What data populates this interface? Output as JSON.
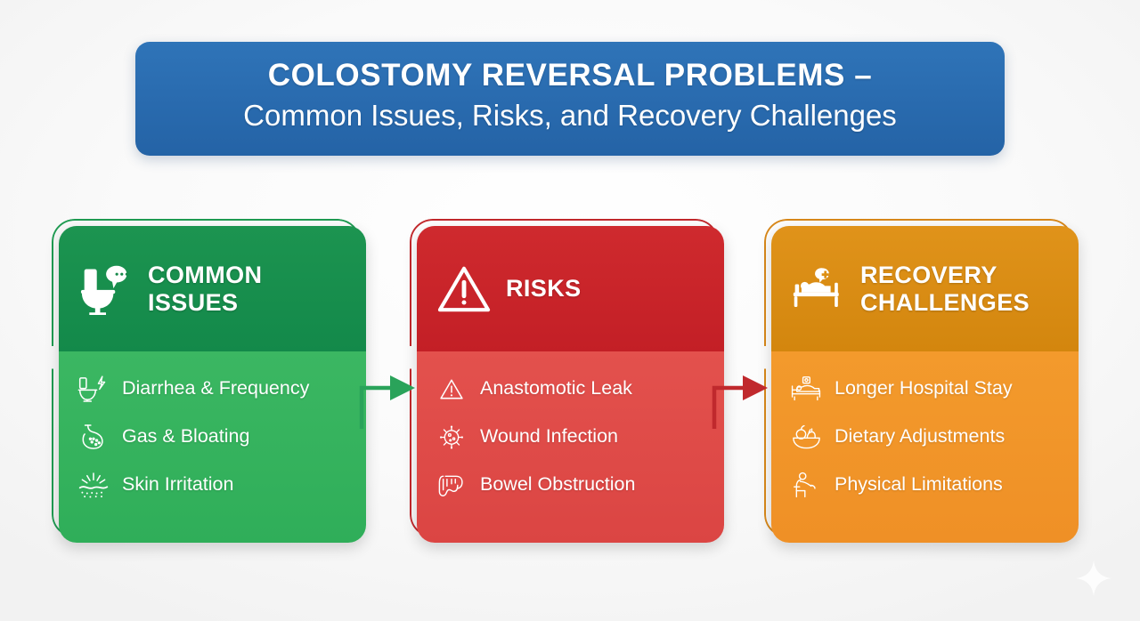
{
  "title": {
    "line1": "COLOSTOMY REVERSAL PROBLEMS –",
    "line2": "Common Issues, Risks, and Recovery Challenges",
    "banner_color": "#2a6cb0"
  },
  "cards": [
    {
      "id": "common-issues",
      "title_line1": "COMMON",
      "title_line2": "ISSUES",
      "header_icon": "toilet-speech-bubble-icon",
      "header_color": "#17894a",
      "body_color": "#35b35c",
      "ring_color": "#1f9b52",
      "items": [
        {
          "label": "Diarrhea & Frequency",
          "icon": "toilet-urgency-icon"
        },
        {
          "label": "Gas & Bloating",
          "icon": "stomach-icon"
        },
        {
          "label": "Skin Irritation",
          "icon": "skin-irritation-icon"
        }
      ]
    },
    {
      "id": "risks",
      "title_line1": "RISKS",
      "title_line2": "",
      "header_icon": "warning-triangle-icon",
      "header_color": "#c8252b",
      "body_color": "#df4a47",
      "ring_color": "#c2282c",
      "items": [
        {
          "label": "Anastomotic Leak",
          "icon": "warning-triangle-icon"
        },
        {
          "label": "Wound Infection",
          "icon": "germ-icon"
        },
        {
          "label": "Bowel Obstruction",
          "icon": "intestine-icon"
        }
      ]
    },
    {
      "id": "recovery-challenges",
      "title_line1": "RECOVERY",
      "title_line2": "CHALLENGES",
      "header_icon": "hospital-bed-patient-icon",
      "header_color": "#dd8f12",
      "body_color": "#f1962a",
      "ring_color": "#d8881a",
      "items": [
        {
          "label": "Longer Hospital Stay",
          "icon": "hospital-bed-icon"
        },
        {
          "label": "Dietary Adjustments",
          "icon": "fruit-bowl-icon"
        },
        {
          "label": "Physical Limitations",
          "icon": "seated-person-icon"
        }
      ]
    }
  ],
  "arrows": [
    {
      "name": "arrow-issues-to-risks",
      "color": "#2aa35a"
    },
    {
      "name": "arrow-risks-to-recovery",
      "color": "#c0292d"
    }
  ],
  "decoration": {
    "sparkle": "sparkle-icon"
  }
}
